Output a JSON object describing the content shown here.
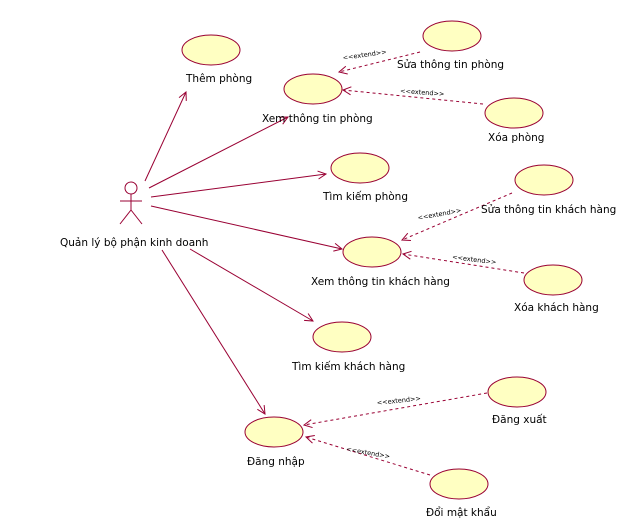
{
  "actor": {
    "label": "Quản lý bộ phận kinh doanh"
  },
  "use_cases": {
    "them_phong": "Thêm phòng",
    "xem_phong": "Xem thông tin phòng",
    "sua_phong": "Sửa thông tin phòng",
    "xoa_phong": "Xóa phòng",
    "tim_phong": "Tìm kiếm phòng",
    "xem_kh": "Xem thông tin khách hàng",
    "sua_kh": "Sửa thông tin khách hàng",
    "xoa_kh": "Xóa khách hàng",
    "tim_kh": "Tìm kiếm khách hàng",
    "dang_nhap": "Đăng nhập",
    "dang_xuat": "Đăng xuất",
    "doi_mk": "Đổi mật khẩu"
  },
  "stereotype": "<<extend>>",
  "colors": {
    "usecase_fill": "#ffffc2",
    "usecase_stroke": "#990033",
    "association": "#990033",
    "extend": "#990033",
    "actor": "#990033"
  }
}
